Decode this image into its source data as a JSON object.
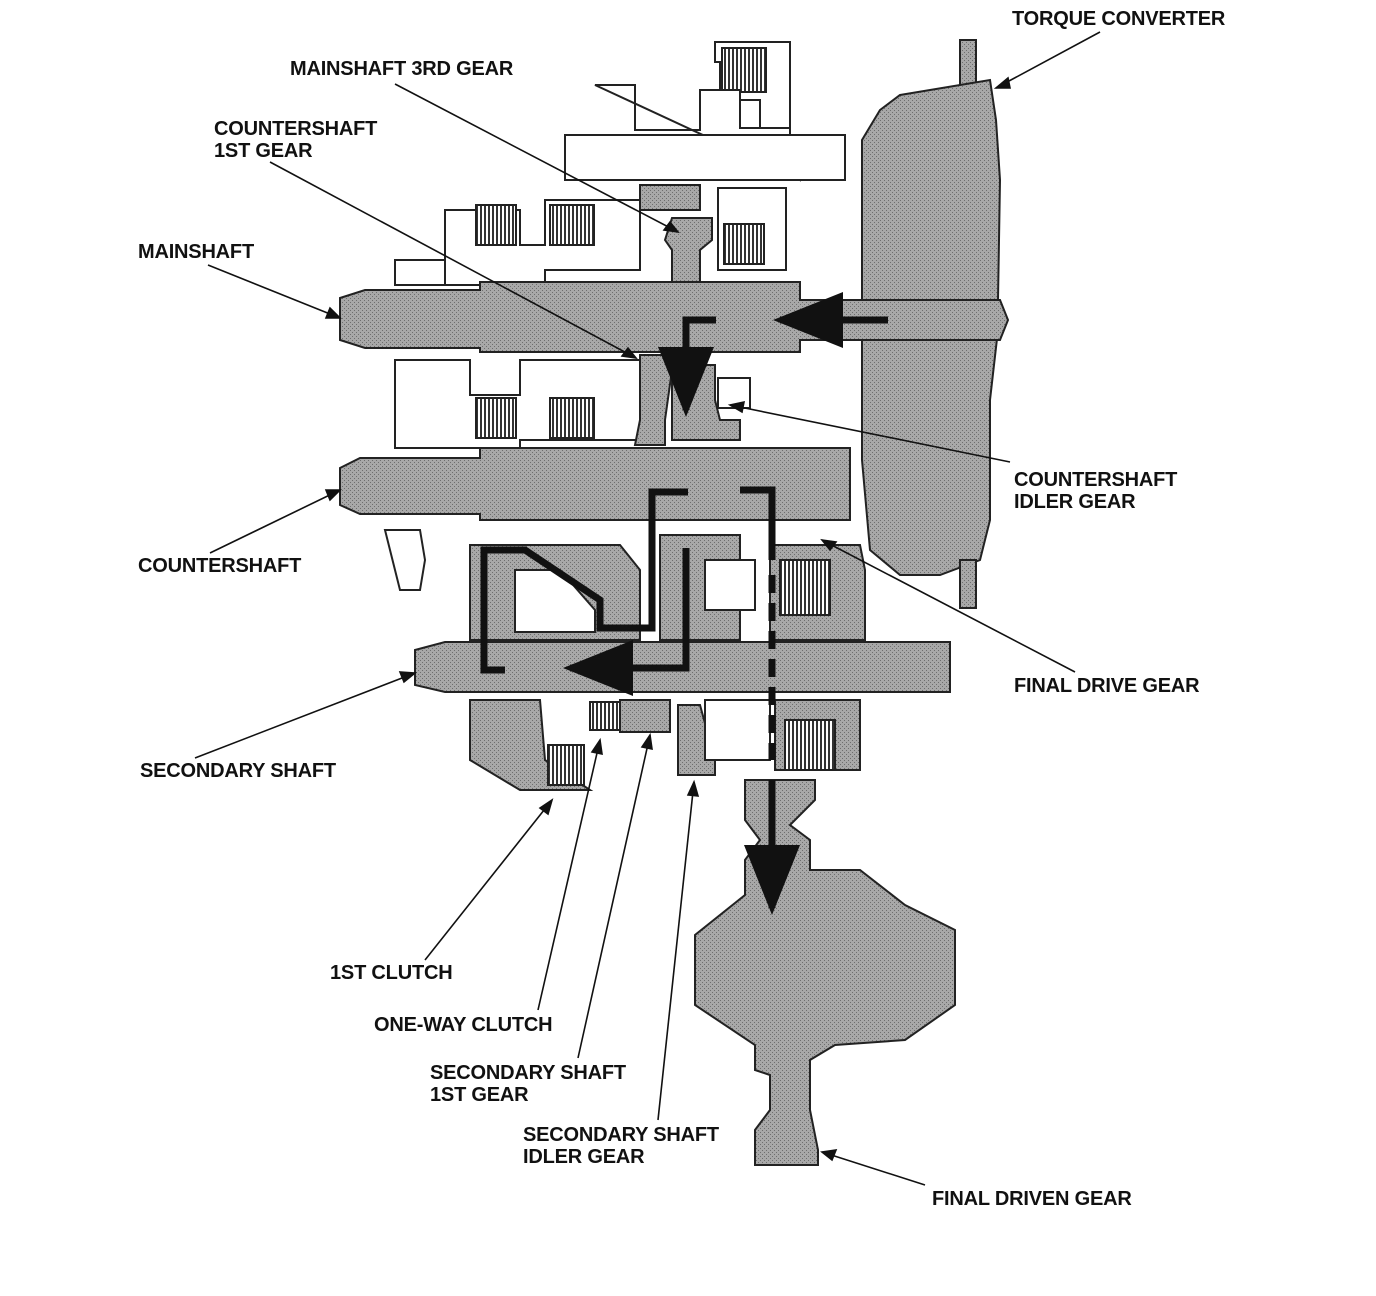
{
  "labels": {
    "torque_converter": "TORQUE CONVERTER",
    "mainshaft_3rd_gear": "MAINSHAFT 3RD GEAR",
    "countershaft_1st_gear": [
      "COUNTERSHAFT",
      "1ST GEAR"
    ],
    "mainshaft": "MAINSHAFT",
    "countershaft_idler_gear": [
      "COUNTERSHAFT",
      "IDLER GEAR"
    ],
    "countershaft": "COUNTERSHAFT",
    "final_drive_gear": "FINAL DRIVE GEAR",
    "secondary_shaft": "SECONDARY SHAFT",
    "first_clutch": "1ST CLUTCH",
    "one_way_clutch": "ONE-WAY CLUTCH",
    "secondary_shaft_1st_gear": [
      "SECONDARY SHAFT",
      "1ST GEAR"
    ],
    "secondary_shaft_idler_gear": [
      "SECONDARY SHAFT",
      "IDLER GEAR"
    ],
    "final_driven_gear": "FINAL DRIVEN GEAR"
  },
  "colors": {
    "part_fill": "#9c9c9c",
    "part_fill_light": "#b4b4b4",
    "outline": "#222222",
    "power_flow": "#111111",
    "leader": "#111111",
    "background": "#ffffff"
  }
}
